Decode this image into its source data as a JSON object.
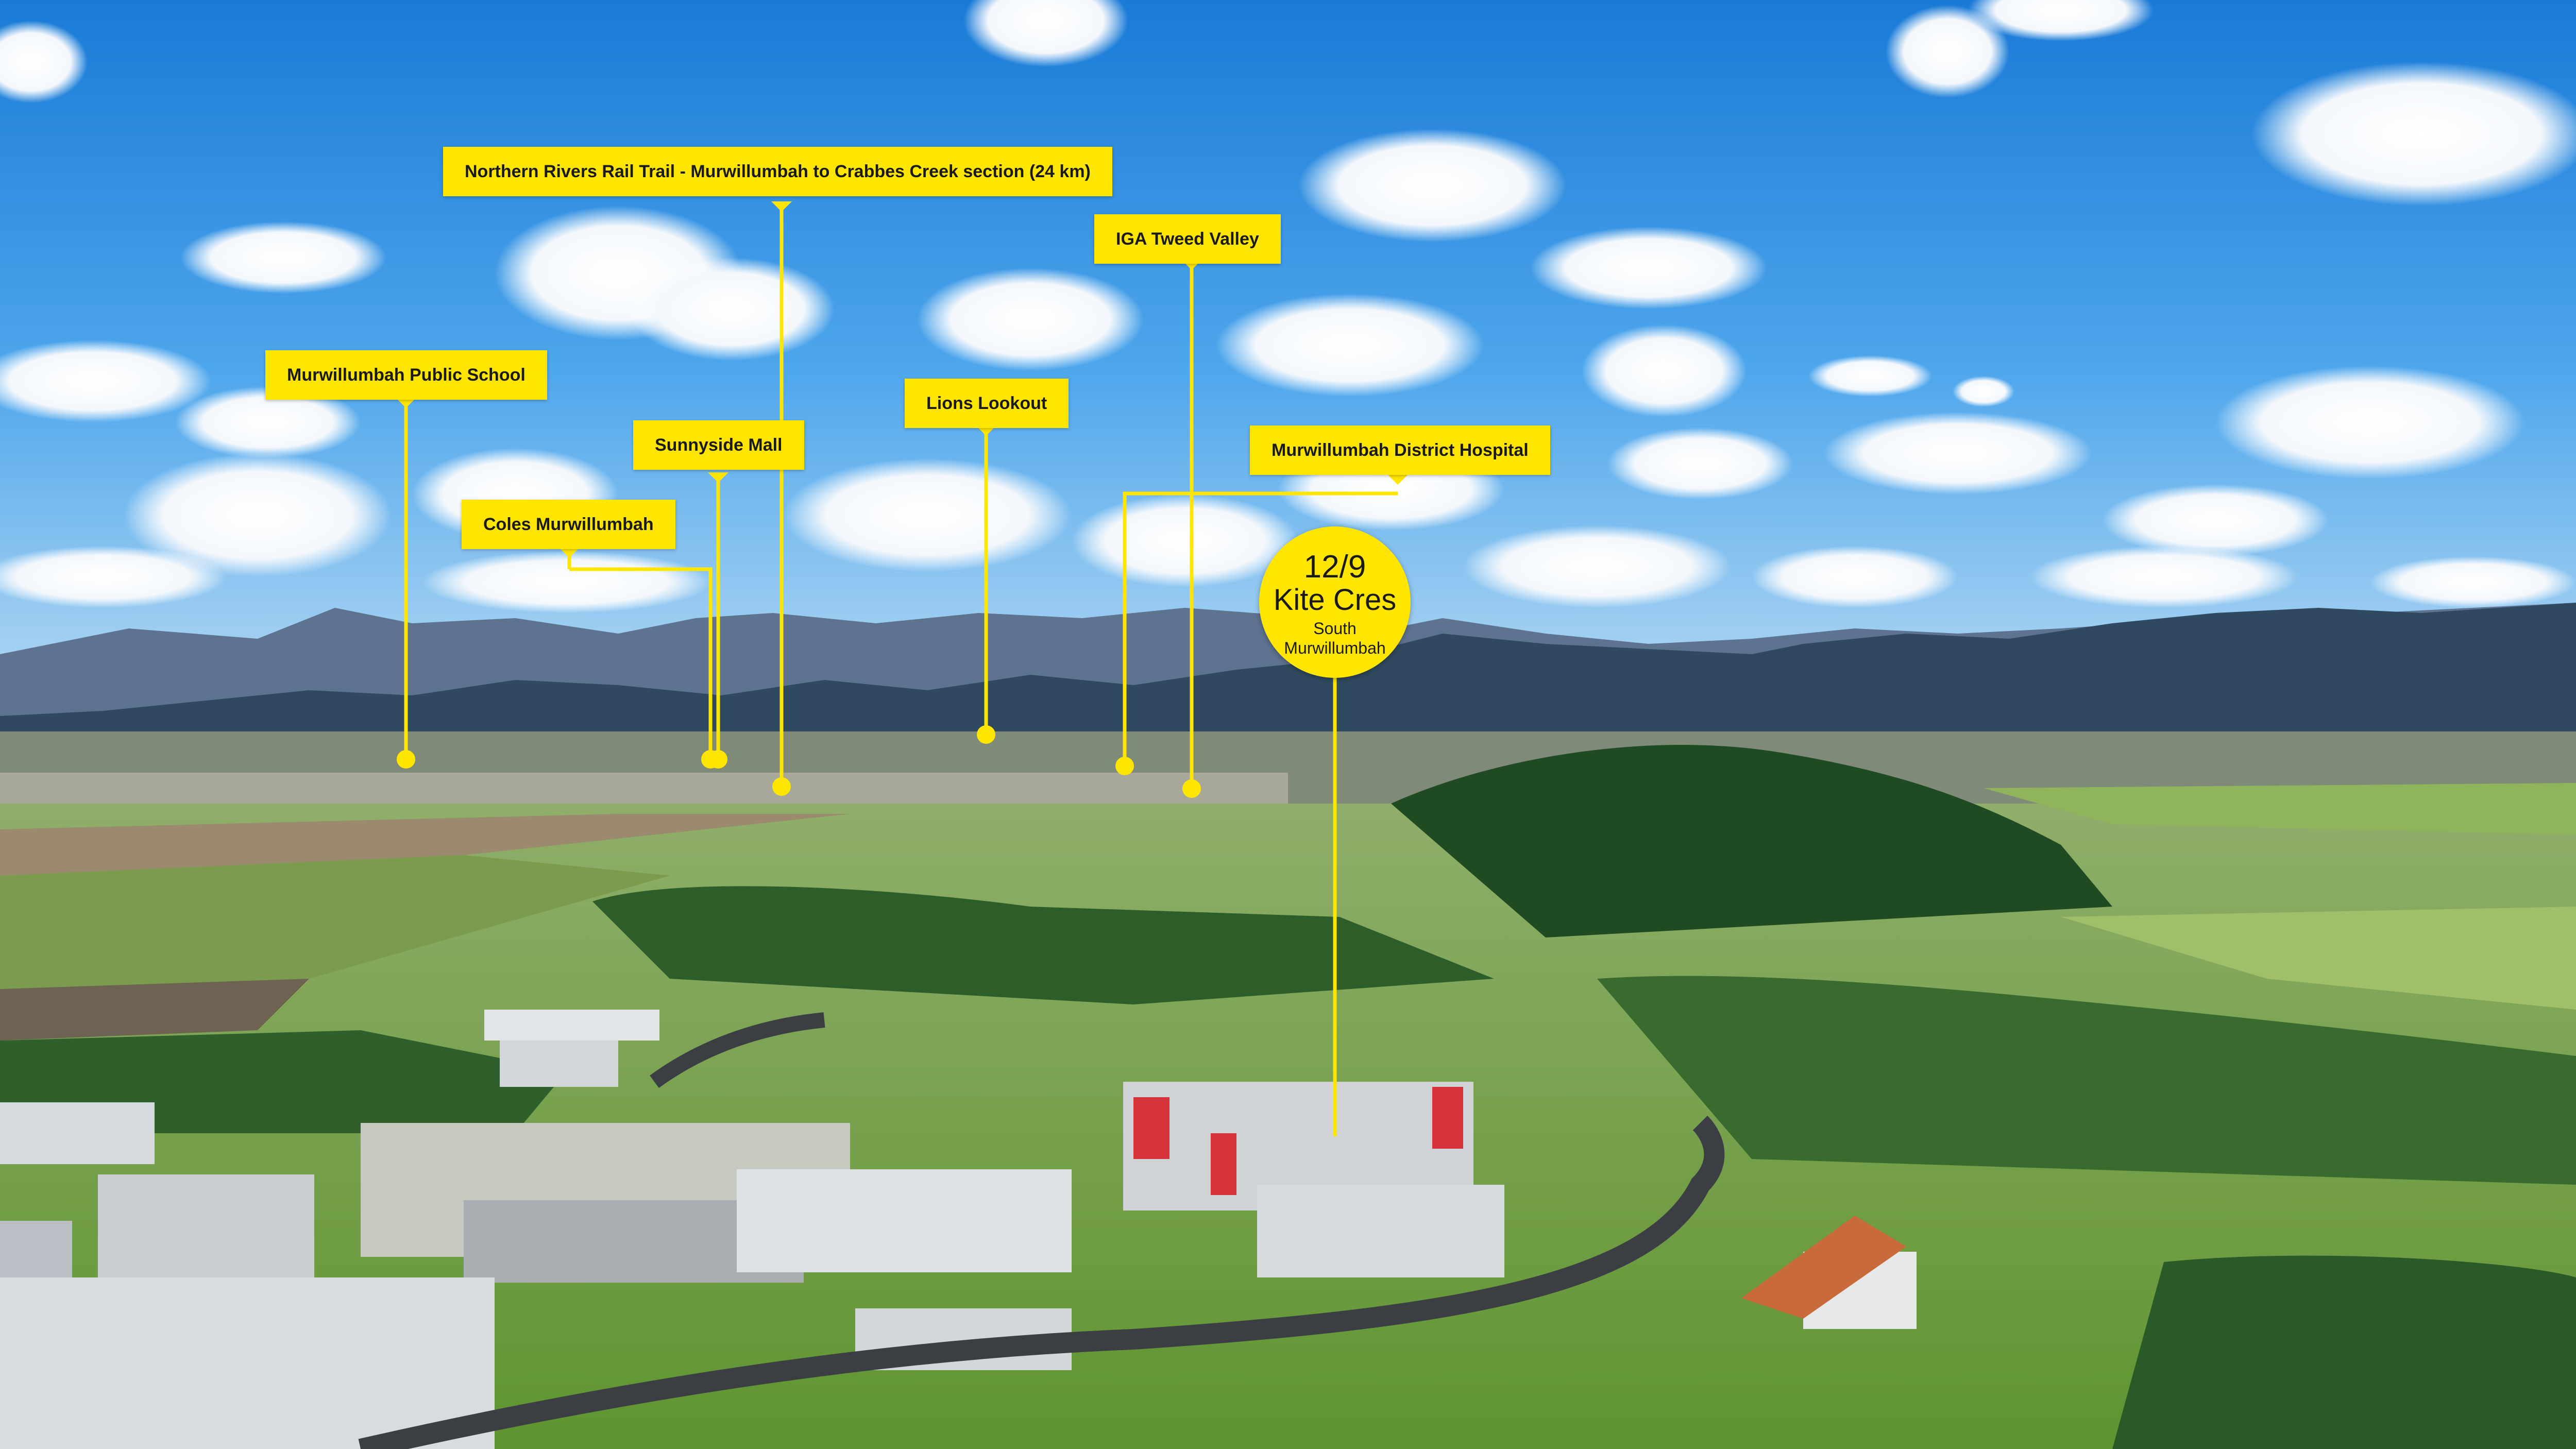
{
  "labels": {
    "rail_trail": "Northern Rivers Rail Trail - Murwillumbah to Crabbes Creek section (24 km)",
    "iga": "IGA Tweed Valley",
    "public_school": "Murwillumbah Public School",
    "lions_lookout": "Lions Lookout",
    "sunnyside_mall": "Sunnyside Mall",
    "hospital": "Murwillumbah District Hospital",
    "coles": "Coles Murwillumbah"
  },
  "property": {
    "unit": "12/9",
    "street": "Kite Cres",
    "suburb_line1": "South",
    "suburb_line2": "Murwillumbah"
  },
  "colors": {
    "label_bg": "#ffe600",
    "label_text": "#1a1a1a",
    "sky_top": "#1f7fd8",
    "field_green": "#6fa83a"
  }
}
